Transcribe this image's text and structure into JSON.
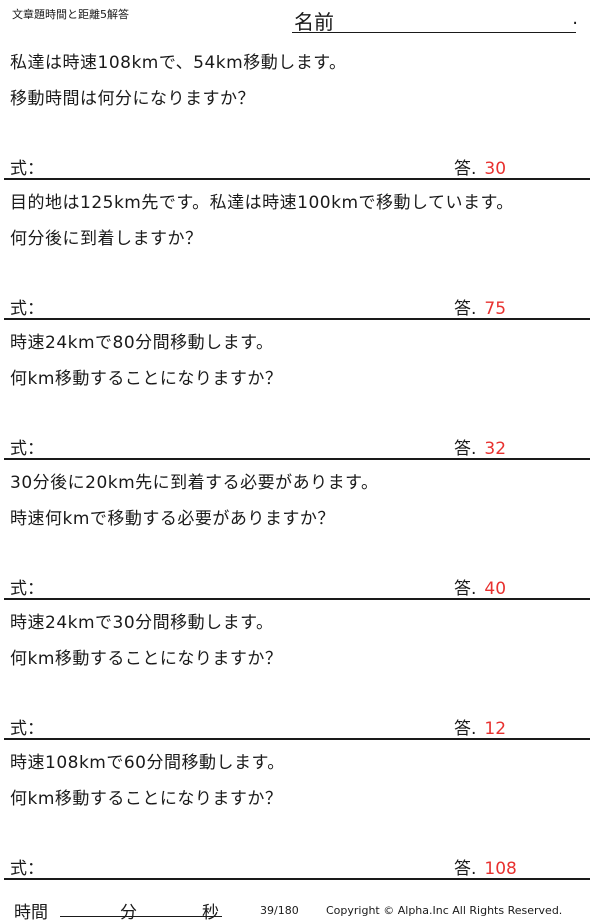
{
  "header": {
    "title": "文章題時間と距離5解答",
    "name_label": "名前",
    "name_dot": "."
  },
  "problems": [
    {
      "line1": "私達は時速108kmで、54km移動します。",
      "line2": "移動時間は何分になりますか？",
      "formula_label": "式：",
      "answer_label": "答.",
      "answer": "30"
    },
    {
      "line1": "目的地は125km先です。私達は時速100kmで移動しています。",
      "line2": "何分後に到着しますか？",
      "formula_label": "式：",
      "answer_label": "答.",
      "answer": "75"
    },
    {
      "line1": "時速24kmで80分間移動します。",
      "line2": "何km移動することになりますか？",
      "formula_label": "式：",
      "answer_label": "答.",
      "answer": "32"
    },
    {
      "line1": "30分後に20km先に到着する必要があります。",
      "line2": "時速何kmで移動する必要がありますか？",
      "formula_label": "式：",
      "answer_label": "答.",
      "answer": "40"
    },
    {
      "line1": "時速24kmで30分間移動します。",
      "line2": "何km移動することになりますか？",
      "formula_label": "式：",
      "answer_label": "答.",
      "answer": "12"
    },
    {
      "line1": "時速108kmで60分間移動します。",
      "line2": "何km移動することになりますか？",
      "formula_label": "式：",
      "answer_label": "答.",
      "answer": "108"
    }
  ],
  "footer": {
    "time_label": "時間",
    "minutes_label": "分",
    "seconds_label": "秒",
    "page": "39/180",
    "copyright": "Copyright ©  Alpha.Inc All Rights Reserved."
  },
  "colors": {
    "answer": "#e8312f",
    "text": "#1a1a1a"
  }
}
